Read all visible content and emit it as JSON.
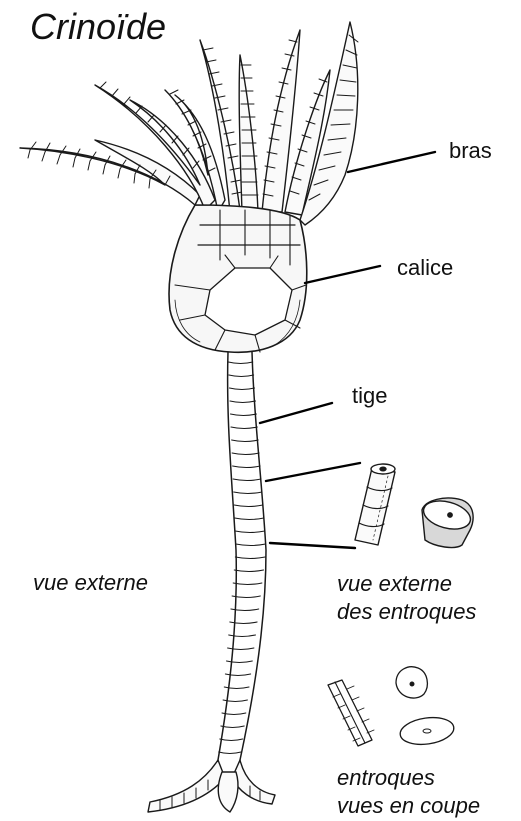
{
  "title": "Crinoïde",
  "labels": {
    "bras": "bras",
    "calice": "calice",
    "tige": "tige"
  },
  "captions": {
    "vue_externe": "vue externe",
    "entroques_ext_line1": "vue externe",
    "entroques_ext_line2": "des entroques",
    "entroques_coupe_line1": "entroques",
    "entroques_coupe_line2": "vues en coupe"
  }
}
